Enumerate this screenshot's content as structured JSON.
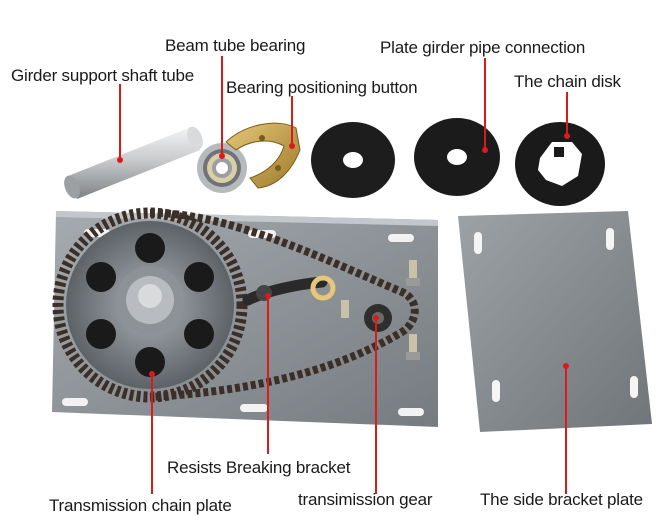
{
  "labels": {
    "beam_tube_bearing": "Beam tube bearing",
    "plate_girder_pipe_connection": "Plate girder pipe connection",
    "girder_support_shaft_tube": "Girder support shaft tube",
    "bearing_positioning_button": "Bearing positioning button",
    "chain_disk": "The chain disk",
    "resists_breaking_bracket": "Resists Breaking bracket",
    "transmission_chain_plate": "Transmission chain plate",
    "transmission_gear": "transimission gear",
    "side_bracket_plate": "The side bracket plate"
  },
  "colors": {
    "leader": "#d81b1b",
    "text": "#1a1a1a",
    "metal_plate": "#8c9196",
    "rubber_disk": "#1b1b1b"
  }
}
